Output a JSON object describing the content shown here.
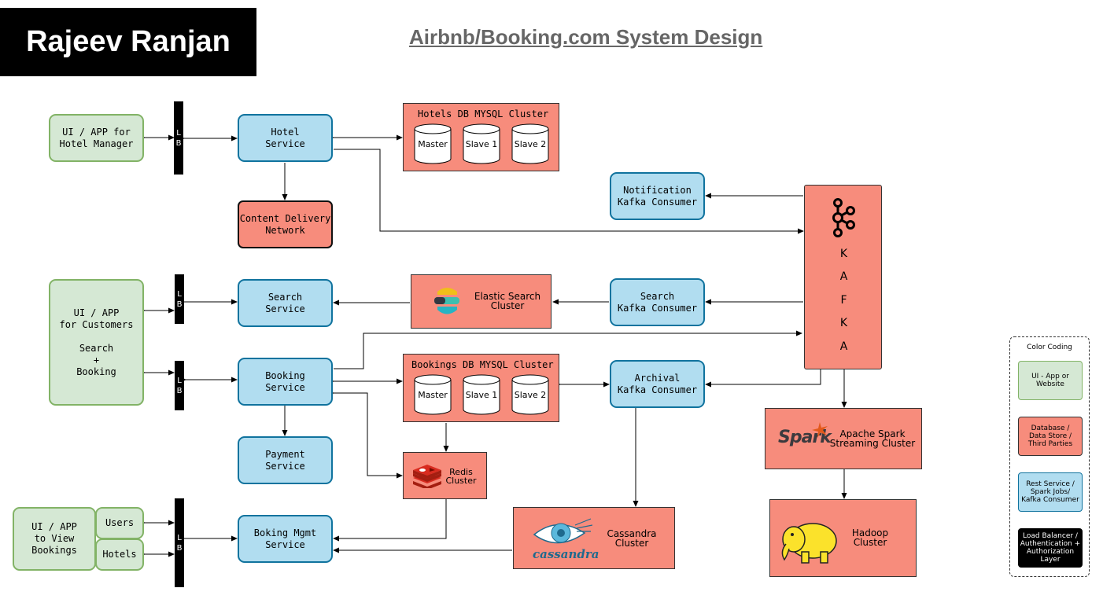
{
  "author": "Rajeev Ranjan",
  "title": "Airbnb/Booking.com System Design",
  "lb_letters": [
    "L",
    "B"
  ],
  "nodes": {
    "ui_hotel_manager": "UI / APP for\nHotel Manager",
    "ui_customers": "UI / APP\nfor Customers\n\nSearch\n+\nBooking",
    "ui_view_bookings": "UI / APP\nto View\nBookings",
    "users": "Users",
    "hotels": "Hotels",
    "hotel_service": "Hotel\nService",
    "cdn": "Content Delivery\nNetwork",
    "search_service": "Search\nService",
    "booking_service": "Booking\nService",
    "payment_service": "Payment\nService",
    "booking_mgmt_service": "Boking Mgmt\nService",
    "notification_consumer": "Notification\nKafka Consumer",
    "search_consumer": "Search\nKafka Consumer",
    "archival_consumer": "Archival\nKafka Consumer",
    "elastic_search": "Elastic Search\nCluster",
    "redis": "Redis\nCluster",
    "cassandra": "Cassandra\nCluster",
    "cassandra_logo_text": "cassandra",
    "spark": "Apache Spark\nStreaming Cluster",
    "spark_logo_text": "Spark",
    "hadoop": "Hadoop\nCluster",
    "kafka_letters": [
      "K",
      "A",
      "F",
      "K",
      "A"
    ]
  },
  "clusters": {
    "hotels_db": {
      "title": "Hotels DB MYSQL Cluster",
      "dbs": [
        "Master",
        "Slave 1",
        "Slave 2"
      ]
    },
    "bookings_db": {
      "title": "Bookings DB MYSQL Cluster",
      "dbs": [
        "Master",
        "Slave 1",
        "Slave 2"
      ]
    }
  },
  "legend": {
    "title": "Color Coding",
    "items": [
      "UI - App or\nWebsite",
      "Database /\nData Store /\nThird Parties",
      "Rest Service /\nSpark Jobs/\nKafka Consumer",
      "Load Balancer /\nAuthentication +\nAuthorization\nLayer"
    ]
  },
  "colors": {
    "ui": "#d5e8d4",
    "datastore": "#f78c7c",
    "service": "#b1ddf0",
    "load_balancer": "#000000"
  }
}
